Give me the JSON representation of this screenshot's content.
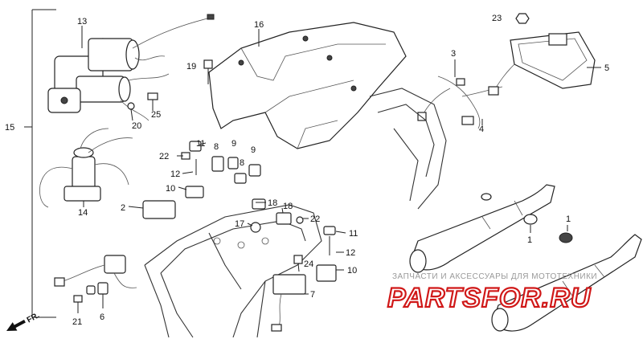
{
  "callouts": {
    "c1a": "1",
    "c1b": "1",
    "c2": "2",
    "c3": "3",
    "c4": "4",
    "c5": "5",
    "c6": "6",
    "c7": "7",
    "c8a": "8",
    "c8b": "8",
    "c9a": "9",
    "c9b": "9",
    "c10a": "10",
    "c10b": "10",
    "c11a": "11",
    "c11b": "11",
    "c12a": "12",
    "c12b": "12",
    "c13": "13",
    "c14": "14",
    "c15": "15",
    "c16": "16",
    "c17": "17",
    "c18a": "18",
    "c18b": "18",
    "c19": "19",
    "c20": "20",
    "c21": "21",
    "c22a": "22",
    "c22b": "22",
    "c23": "23",
    "c24": "24",
    "c25": "25"
  },
  "direction_label": "FR.",
  "watermark": {
    "caption": "ЗАПЧАСТИ И АКСЕССУАРЫ ДЛЯ МОТОТЕХНИКИ",
    "brand": "PARTSFOR.RU"
  },
  "colors": {
    "watermark": "#d01818",
    "line": "#222222",
    "background": "#ffffff"
  }
}
